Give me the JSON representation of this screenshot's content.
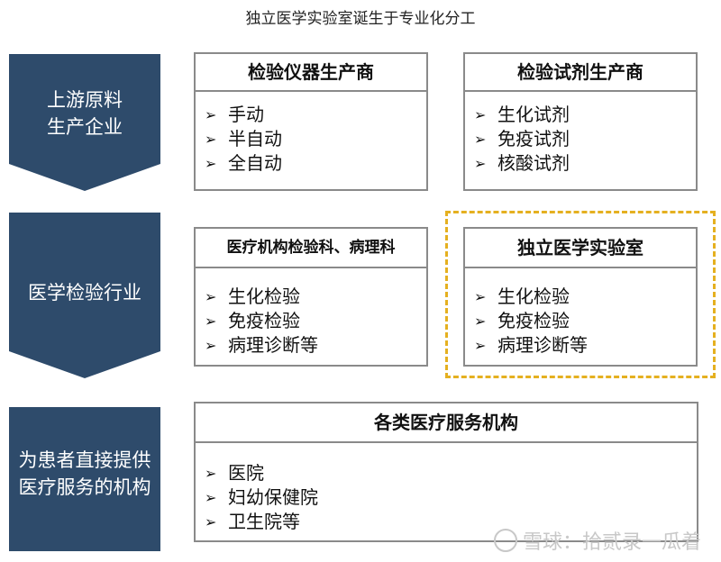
{
  "title": "独立医学实验室诞生于专业化分工",
  "stages": [
    {
      "label_lines": [
        "上游原料",
        "生产企业"
      ]
    },
    {
      "label_lines": [
        "医学检验行业"
      ]
    },
    {
      "label_lines": [
        "为患者直接提供",
        "医疗服务的机构"
      ]
    }
  ],
  "boxes": {
    "instrument_makers": {
      "title": "检验仪器生产商",
      "items": [
        "手动",
        "半自动",
        "全自动"
      ]
    },
    "reagent_makers": {
      "title": "检验试剂生产商",
      "items": [
        "生化试剂",
        "免疫试剂",
        "核酸试剂"
      ]
    },
    "hospital_labs": {
      "title": "医疗机构检验科、病理科",
      "items": [
        "生化检验",
        "免疫检验",
        "病理诊断等"
      ]
    },
    "independent_labs": {
      "title": "独立医学实验室",
      "items": [
        "生化检验",
        "免疫检验",
        "病理诊断等"
      ]
    },
    "medical_institutions": {
      "title": "各类医疗服务机构",
      "items": [
        "医院",
        "妇幼保健院",
        "卫生院等"
      ]
    }
  },
  "bullet_glyph": "➢",
  "watermark": "雪球：拾贰录一瓜着",
  "colors": {
    "arrow": "#2e4b6b",
    "highlight_border": "#e5b020",
    "box_border": "#8a8a8a"
  }
}
